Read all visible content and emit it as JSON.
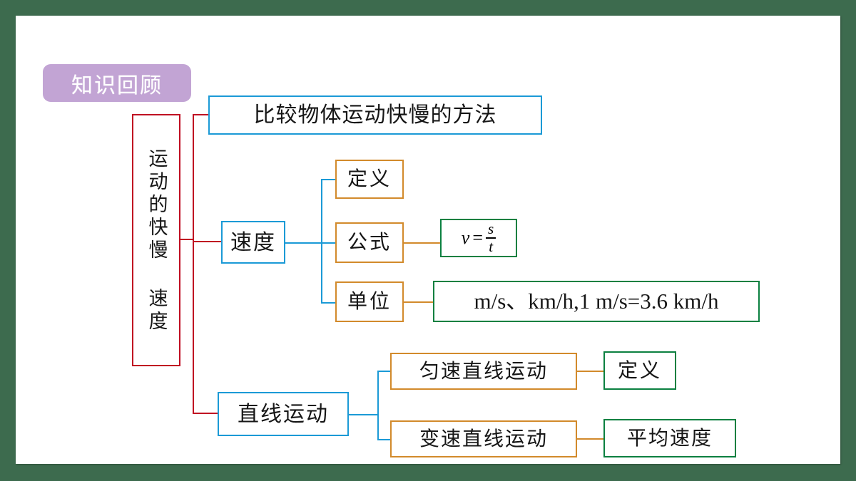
{
  "slide": {
    "frame_color": "#3d6b4e",
    "canvas_color": "#ffffff",
    "title": "知识回顾"
  },
  "palette": {
    "title_pill": "#c2a4d4",
    "root_border": "#c00d22",
    "level1_border": "#1b9ad6",
    "level2_border": "#d28a2b",
    "leaf_border": "#0b8040"
  },
  "mindmap": {
    "root": {
      "label": "运动的快慢 速度",
      "orientation": "vertical"
    },
    "branches": [
      {
        "label": "比较物体运动快慢的方法",
        "children": []
      },
      {
        "label": "速度",
        "children": [
          {
            "label": "定义",
            "leaf": null
          },
          {
            "label": "公式",
            "leaf": "v = s/t"
          },
          {
            "label": "单位",
            "leaf": "m/s、km/h,1 m/s=3.6 km/h"
          }
        ]
      },
      {
        "label": "直线运动",
        "children": [
          {
            "label": "匀速直线运动",
            "leaf": "定义"
          },
          {
            "label": "变速直线运动",
            "leaf": "平均速度"
          }
        ]
      }
    ]
  },
  "formula": {
    "variable": "v",
    "equals": "=",
    "numerator": "s",
    "denominator": "t"
  },
  "labels": {
    "compare_methods": "比较物体运动快慢的方法",
    "speed": "速度",
    "linear_motion": "直线运动",
    "definition_1": "定义",
    "formula_label": "公式",
    "unit_label": "单位",
    "units_value": "m/s、km/h,1 m/s=3.6 km/h",
    "uniform_linear": "匀速直线运动",
    "variable_linear": "变速直线运动",
    "definition_2": "定义",
    "average_speed": "平均速度",
    "root_vertical": "运动的快慢 速度"
  }
}
